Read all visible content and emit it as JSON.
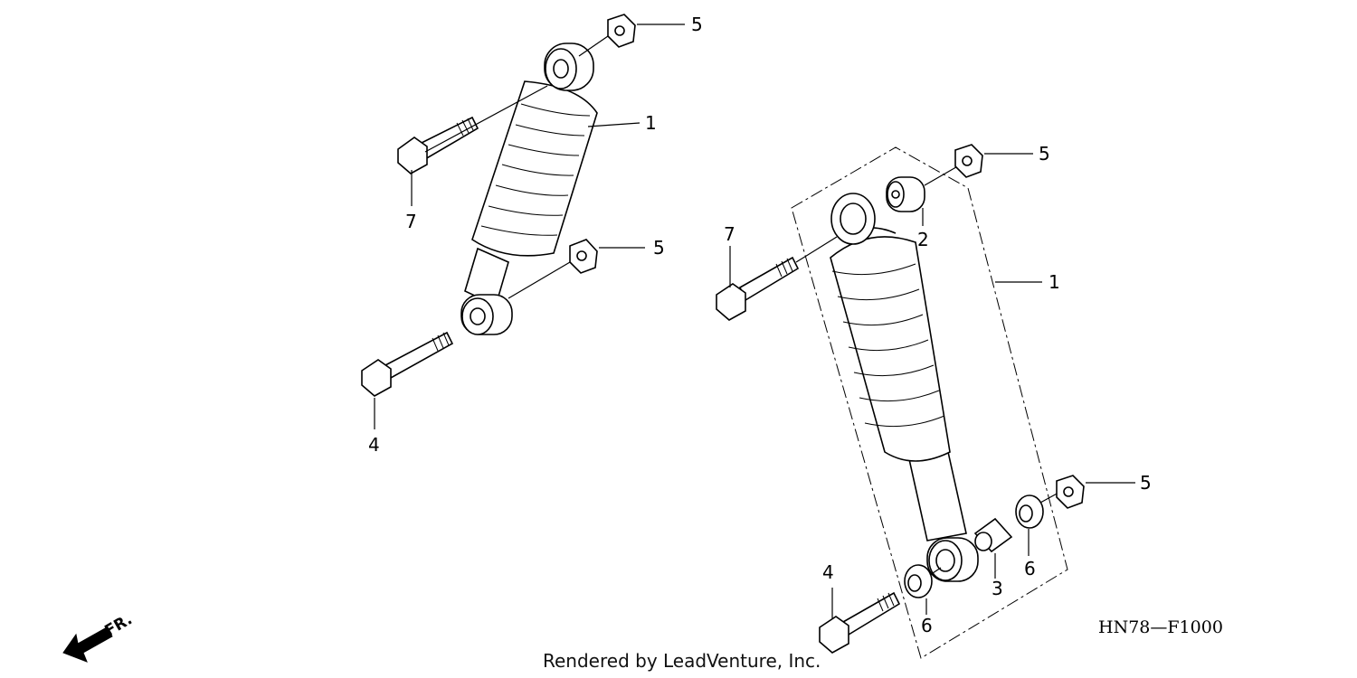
{
  "diagram": {
    "code": "HN78—F1000",
    "credit": "Rendered by LeadVenture, Inc.",
    "direction_label": "FR.",
    "callouts": {
      "left_nut_top": "5",
      "left_shock": "1",
      "left_bolt_top": "7",
      "left_nut_bottom": "5",
      "left_bolt_bottom": "4",
      "right_nut_top": "5",
      "right_collar_top": "2",
      "right_bolt_top": "7",
      "right_shock": "1",
      "right_nut_bottom": "5",
      "right_collar_bottom": "3",
      "right_washer_right": "6",
      "right_bolt_bottom": "4",
      "right_washer_left": "6"
    }
  }
}
